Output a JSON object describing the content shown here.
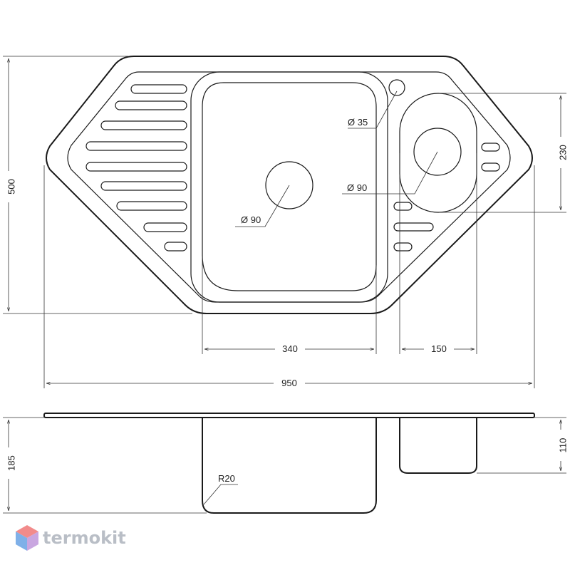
{
  "dimensions": {
    "overall_width": "950",
    "overall_height": "500",
    "main_bowl_width": "340",
    "small_bowl_width": "150",
    "small_bowl_height": "230",
    "tap_hole": "Ø 35",
    "main_drain": "Ø 90",
    "small_drain": "Ø 90",
    "main_depth": "185",
    "small_depth": "110",
    "corner_radius": "R20"
  },
  "brand": {
    "name": "termokit",
    "logo_colors": [
      "#f28b8b",
      "#7fb0e8",
      "#c9a6e0"
    ]
  }
}
